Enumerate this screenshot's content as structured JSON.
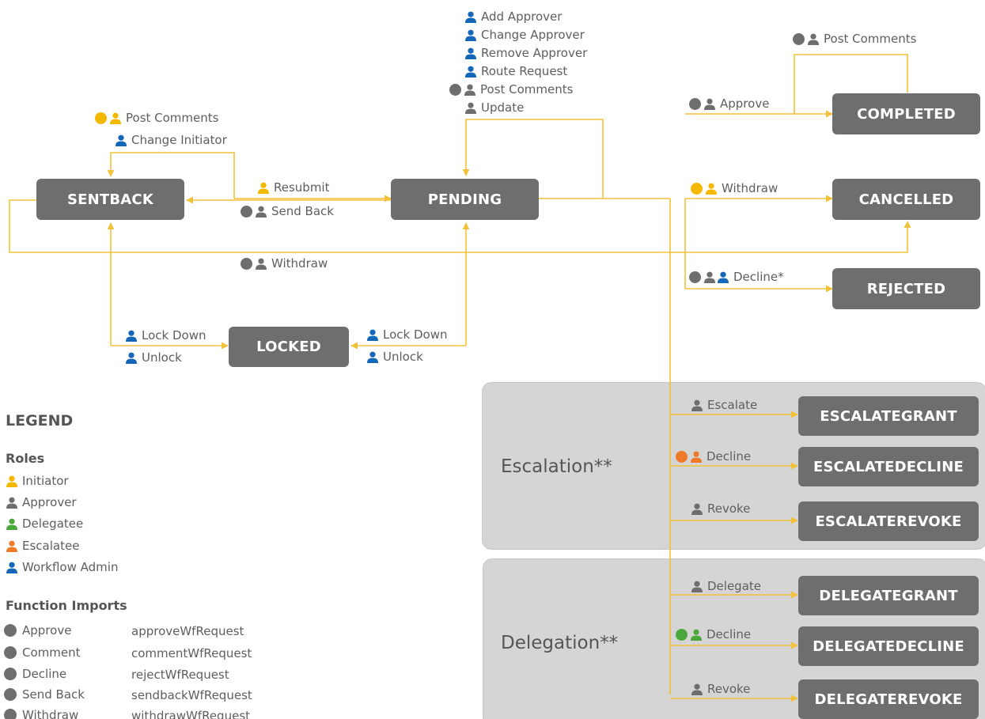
{
  "colors": {
    "line": "#f2c13a",
    "state_box": "#6e6e6e",
    "group_bg": "#d6d5d5",
    "initiator": "#f5b800",
    "approver": "#6e6e6e",
    "delegatee": "#4aa83a",
    "escalatee": "#ee7a2a",
    "workflow_admin": "#1466b8",
    "function_dot": "#6e6e6e"
  },
  "states": {
    "sentback": "SENTBACK",
    "pending": "PENDING",
    "completed": "COMPLETED",
    "cancelled": "CANCELLED",
    "rejected": "REJECTED",
    "locked": "LOCKED",
    "escalategrant": "ESCALATEGRANT",
    "escalatedecline": "ESCALATEDECLINE",
    "escalaterevoke": "ESCALATEREVOKE",
    "delegategrant": "DELEGATEGRANT",
    "delegatedecline": "DELEGATEDECLINE",
    "delegaterevoke": "DELEGATEREVOKE"
  },
  "groups": {
    "escalation": "Escalation**",
    "delegation": "Delegation**"
  },
  "transitions": {
    "pending_self": [
      "Add Approver",
      "Change Approver",
      "Remove Approver",
      "Route Request",
      "Post Comments",
      "Update"
    ],
    "sentback_self": [
      "Post Comments",
      "Change Initiator"
    ],
    "completed_self": "Post Comments",
    "resubmit": "Resubmit",
    "send_back": "Send Back",
    "withdraw_sentback": "Withdraw",
    "approve": "Approve",
    "withdraw_pending": "Withdraw",
    "decline": "Decline*",
    "locked_left": [
      "Lock Down",
      "Unlock"
    ],
    "locked_right": [
      "Lock Down",
      "Unlock"
    ],
    "escalate": "Escalate",
    "escalation_decline": "Decline",
    "escalation_revoke": "Revoke",
    "delegate": "Delegate",
    "delegation_decline": "Decline",
    "delegation_revoke": "Revoke"
  },
  "legend": {
    "title": "LEGEND",
    "roles_heading": "Roles",
    "roles": [
      {
        "name": "Initiator",
        "color": "#f5b800"
      },
      {
        "name": "Approver",
        "color": "#6e6e6e"
      },
      {
        "name": "Delegatee",
        "color": "#4aa83a"
      },
      {
        "name": "Escalatee",
        "color": "#ee7a2a"
      },
      {
        "name": "Workflow Admin",
        "color": "#1466b8"
      }
    ],
    "functions_heading": "Function Imports",
    "functions": [
      {
        "name": "Approve",
        "import": "approveWfRequest"
      },
      {
        "name": "Comment",
        "import": "commentWfRequest"
      },
      {
        "name": "Decline",
        "import": "rejectWfRequest"
      },
      {
        "name": "Send Back",
        "import": "sendbackWfRequest"
      },
      {
        "name": "Withdraw",
        "import": "withdrawWfRequest"
      }
    ]
  }
}
